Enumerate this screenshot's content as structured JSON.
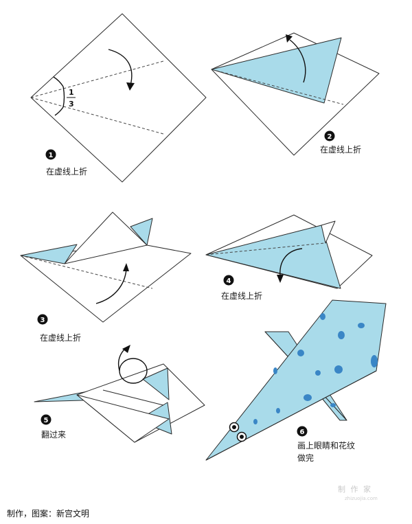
{
  "colors": {
    "paper_blue": "#a9dbea",
    "spot_blue": "#3a86c6",
    "outline": "#2a2a2a"
  },
  "fraction": {
    "numerator": "1",
    "denominator": "3"
  },
  "steps": [
    {
      "number": "1",
      "label": "在虚线上折"
    },
    {
      "number": "2",
      "label": "在虚线上折"
    },
    {
      "number": "3",
      "label": "在虚线上折"
    },
    {
      "number": "4",
      "label": "在虚线上折"
    },
    {
      "number": "5",
      "label": "翻过来"
    },
    {
      "number": "6",
      "label_line1": "画上眼睛和花纹",
      "label_line2": "做完"
    }
  ],
  "credit": "制作，图案：新宫文明",
  "watermark": {
    "main": "制 作 家",
    "sub": "zhizuojia.com"
  }
}
